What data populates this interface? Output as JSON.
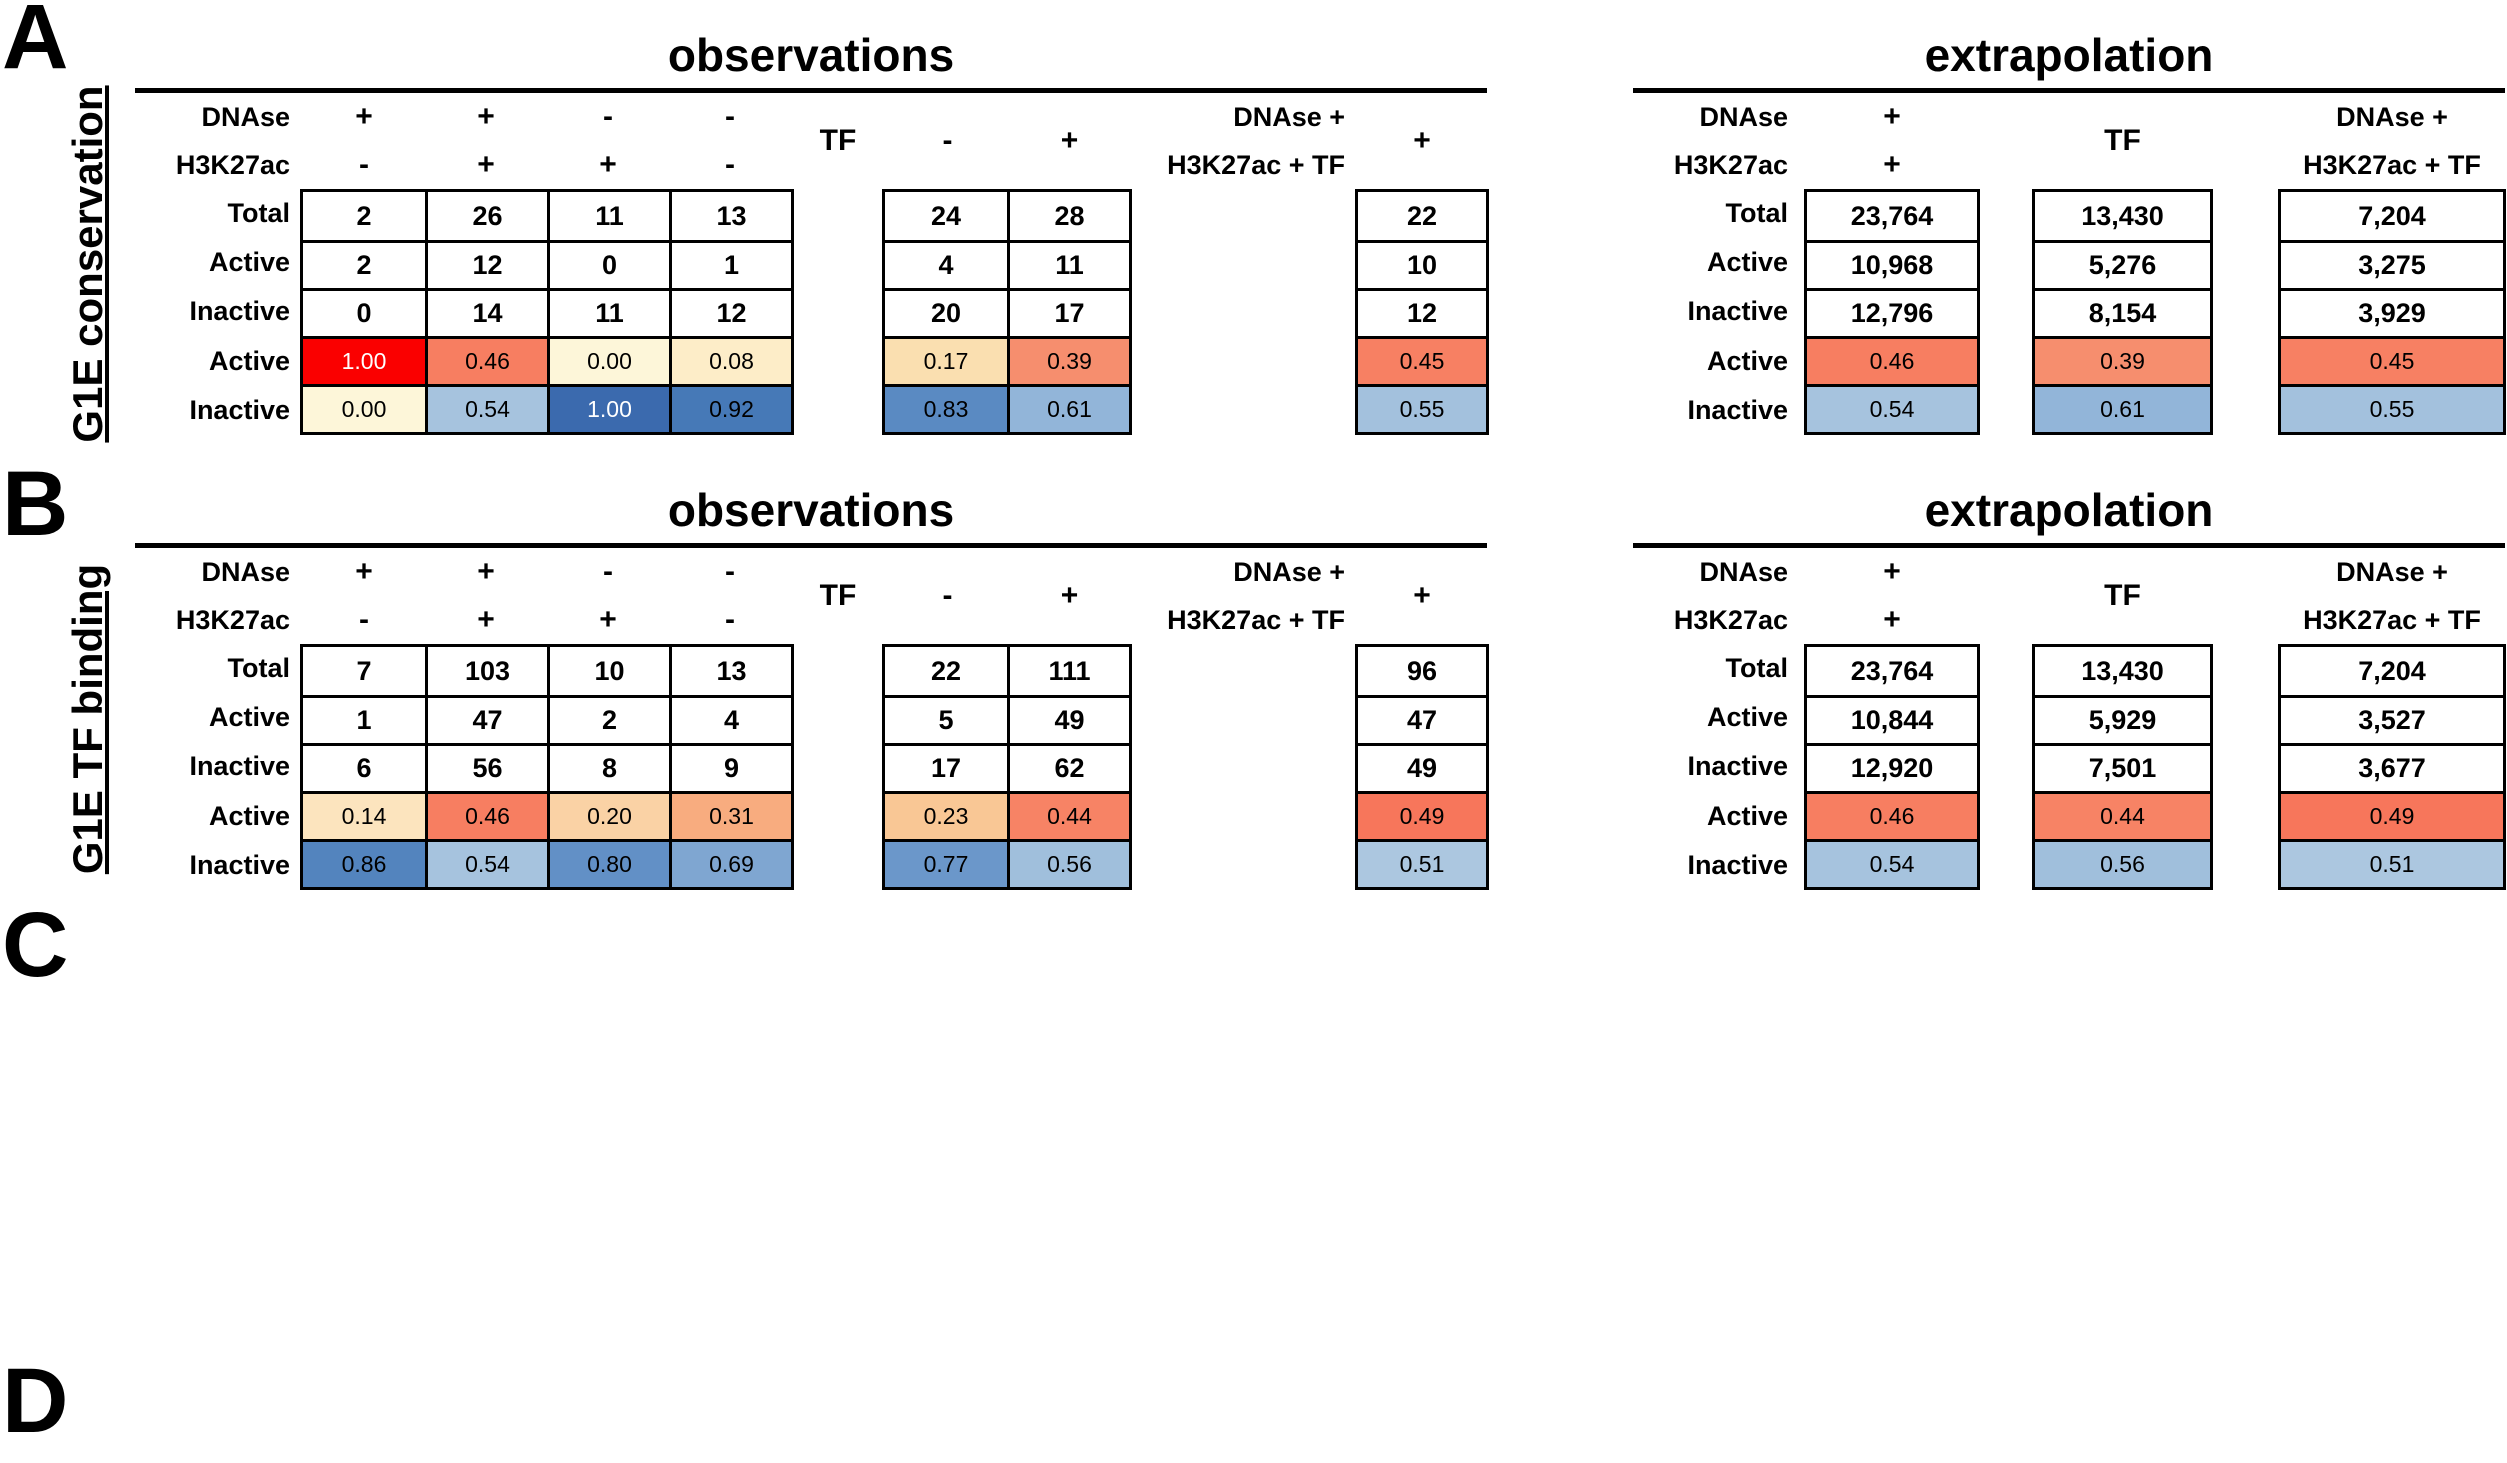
{
  "letters": {
    "a": "A",
    "b": "B",
    "c": "C",
    "d": "D"
  },
  "chart_data": [
    {
      "type": "table",
      "panel": "A",
      "side_label": "G1E conservation",
      "obs": {
        "title": "observations",
        "rows": [
          "Total",
          "Active",
          "Inactive",
          "Active",
          "Inactive"
        ],
        "hdr": {
          "dnase": "DNAse",
          "h3k": "H3K27ac",
          "tf": "TF",
          "combo1": "DNAse +",
          "combo2": "H3K27ac + TF",
          "dnase_signs": [
            "+",
            "+",
            "-",
            "-"
          ],
          "h3k_signs": [
            "-",
            "+",
            "+",
            "-"
          ],
          "tf_signs": [
            "-",
            "+"
          ],
          "combo_sign": "+"
        },
        "s1": {
          "total": [
            "2",
            "26",
            "11",
            "13"
          ],
          "active": [
            "2",
            "12",
            "0",
            "1"
          ],
          "inactive": [
            "0",
            "14",
            "11",
            "12"
          ],
          "afrac": [
            {
              "v": "1.00",
              "bg": "#FA0000",
              "fg": "#FFFFFF"
            },
            {
              "v": "0.46",
              "bg": "#F77E61"
            },
            {
              "v": "0.00",
              "bg": "#FDF6D9"
            },
            {
              "v": "0.08",
              "bg": "#FDEDC8"
            }
          ],
          "ifrac": [
            {
              "v": "0.00",
              "bg": "#FDF6D9"
            },
            {
              "v": "0.54",
              "bg": "#A6C3DE"
            },
            {
              "v": "1.00",
              "bg": "#3B6AAE",
              "fg": "#FFFFFF"
            },
            {
              "v": "0.92",
              "bg": "#4679B7"
            }
          ]
        },
        "s2": {
          "total": [
            "24",
            "28"
          ],
          "active": [
            "4",
            "11"
          ],
          "inactive": [
            "20",
            "17"
          ],
          "afrac": [
            {
              "v": "0.17",
              "bg": "#FADFB0"
            },
            {
              "v": "0.39",
              "bg": "#F68E6E"
            }
          ],
          "ifrac": [
            {
              "v": "0.83",
              "bg": "#5A8AC2"
            },
            {
              "v": "0.61",
              "bg": "#92B5D9"
            }
          ]
        },
        "s3": {
          "total": [
            "22"
          ],
          "active": [
            "10"
          ],
          "inactive": [
            "12"
          ],
          "afrac": [
            {
              "v": "0.45",
              "bg": "#F78063"
            }
          ],
          "ifrac": [
            {
              "v": "0.55",
              "bg": "#A3C1DD"
            }
          ]
        }
      },
      "ext": {
        "title": "extrapolation",
        "rows": [
          "Total",
          "Active",
          "Inactive",
          "Active",
          "Inactive"
        ],
        "hdr": {
          "dnase": "DNAse",
          "sign1": "+",
          "h3k": "H3K27ac",
          "sign2": "+",
          "tf": "TF",
          "combo1": "DNAse +",
          "combo2": "H3K27ac + TF"
        },
        "e1": {
          "total": "23,764",
          "active": "10,968",
          "inactive": "12,796",
          "afrac": {
            "v": "0.46",
            "bg": "#F77E61"
          },
          "ifrac": {
            "v": "0.54",
            "bg": "#A6C3DE"
          }
        },
        "e2": {
          "total": "13,430",
          "active": "5,276",
          "inactive": "8,154",
          "afrac": {
            "v": "0.39",
            "bg": "#F68E6E"
          },
          "ifrac": {
            "v": "0.61",
            "bg": "#92B5D9"
          }
        },
        "e3": {
          "total": "7,204",
          "active": "3,275",
          "inactive": "3,929",
          "afrac": {
            "v": "0.45",
            "bg": "#F78063"
          },
          "ifrac": {
            "v": "0.55",
            "bg": "#A3C1DD"
          }
        }
      }
    },
    {
      "type": "table",
      "panel": "B",
      "side_label": "G1E TF binding",
      "obs": {
        "title": "observations",
        "rows": [
          "Total",
          "Active",
          "Inactive",
          "Active",
          "Inactive"
        ],
        "hdr": {
          "dnase": "DNAse",
          "h3k": "H3K27ac",
          "tf": "TF",
          "combo1": "DNAse +",
          "combo2": "H3K27ac + TF",
          "dnase_signs": [
            "+",
            "+",
            "-",
            "-"
          ],
          "h3k_signs": [
            "-",
            "+",
            "+",
            "-"
          ],
          "tf_signs": [
            "-",
            "+"
          ],
          "combo_sign": "+"
        },
        "s1": {
          "total": [
            "7",
            "103",
            "10",
            "13"
          ],
          "active": [
            "1",
            "47",
            "2",
            "4"
          ],
          "inactive": [
            "6",
            "56",
            "8",
            "9"
          ],
          "afrac": [
            {
              "v": "0.14",
              "bg": "#FCE4BE"
            },
            {
              "v": "0.46",
              "bg": "#F77E61"
            },
            {
              "v": "0.20",
              "bg": "#FAD2A5"
            },
            {
              "v": "0.31",
              "bg": "#F8AC7F"
            }
          ],
          "ifrac": [
            {
              "v": "0.86",
              "bg": "#5384BE"
            },
            {
              "v": "0.54",
              "bg": "#A6C3DE"
            },
            {
              "v": "0.80",
              "bg": "#6290C6"
            },
            {
              "v": "0.69",
              "bg": "#7FA6D1"
            }
          ]
        },
        "s2": {
          "total": [
            "22",
            "111"
          ],
          "active": [
            "5",
            "49"
          ],
          "inactive": [
            "17",
            "62"
          ],
          "afrac": [
            {
              "v": "0.23",
              "bg": "#F9C795"
            },
            {
              "v": "0.44",
              "bg": "#F78365"
            }
          ],
          "ifrac": [
            {
              "v": "0.77",
              "bg": "#6B97CA"
            },
            {
              "v": "0.56",
              "bg": "#A0BFDC"
            }
          ]
        },
        "s3": {
          "total": [
            "96"
          ],
          "active": [
            "47"
          ],
          "inactive": [
            "49"
          ],
          "afrac": [
            {
              "v": "0.49",
              "bg": "#F7765B"
            }
          ],
          "ifrac": [
            {
              "v": "0.51",
              "bg": "#ACC7E0"
            }
          ]
        }
      },
      "ext": {
        "title": "extrapolation",
        "rows": [
          "Total",
          "Active",
          "Inactive",
          "Active",
          "Inactive"
        ],
        "hdr": {
          "dnase": "DNAse",
          "sign1": "+",
          "h3k": "H3K27ac",
          "sign2": "+",
          "tf": "TF",
          "combo1": "DNAse +",
          "combo2": "H3K27ac + TF"
        },
        "e1": {
          "total": "23,764",
          "active": "10,844",
          "inactive": "12,920",
          "afrac": {
            "v": "0.46",
            "bg": "#F77E61"
          },
          "ifrac": {
            "v": "0.54",
            "bg": "#A6C3DE"
          }
        },
        "e2": {
          "total": "13,430",
          "active": "5,929",
          "inactive": "7,501",
          "afrac": {
            "v": "0.44",
            "bg": "#F78365"
          },
          "ifrac": {
            "v": "0.56",
            "bg": "#A0BFDC"
          }
        },
        "e3": {
          "total": "7,204",
          "active": "3,527",
          "inactive": "3,677",
          "afrac": {
            "v": "0.49",
            "bg": "#F7765B"
          },
          "ifrac": {
            "v": "0.51",
            "bg": "#ACC7E0"
          }
        }
      }
    }
  ]
}
